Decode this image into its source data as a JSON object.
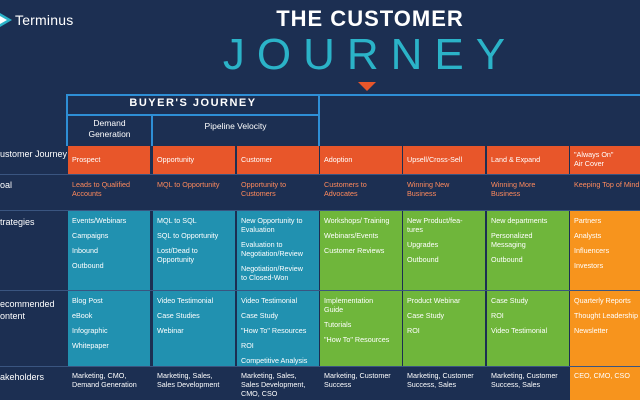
{
  "logo": {
    "text": "Terminus"
  },
  "title": {
    "line1": "THE CUSTOMER",
    "line2": "JOURNEY"
  },
  "headers": {
    "buyers_journey": "BUYER'S JOURNEY",
    "demand_generation": "Demand\nGeneration",
    "pipeline_velocity": "Pipeline Velocity"
  },
  "row_labels": [
    "ustomer Journey",
    "oal",
    "trategies",
    "ecommended\nontent",
    "akeholders"
  ],
  "journey": [
    "Prospect",
    "Opportunity",
    "Customer",
    "Adoption",
    "Upsell/Cross-Sell",
    "Land & Expand",
    "\"Always On\"\nAir Cover"
  ],
  "goal": [
    "Leads to Qualified\nAccounts",
    "MQL to Opportunity",
    "Opportunity to\nCustomers",
    "Customers to\nAdvocates",
    "Winning New\nBusiness",
    "Winning More\nBusiness",
    "Keeping Top of Mind"
  ],
  "strategies": [
    [
      "Events/Webinars",
      "Campaigns",
      "Inbound",
      "Outbound"
    ],
    [
      "MQL to SQL",
      "SQL to Opportunity",
      "Lost/Dead to\nOpportunity"
    ],
    [
      "New Opportunity to\nEvaluation",
      "Evaluation to\nNegotiation/Review",
      "Negotiation/Review\nto Closed-Won"
    ],
    [
      "Workshops/ Training",
      "Webinars/Events",
      "Customer Reviews"
    ],
    [
      "New Product/fea-\ntures",
      "Upgrades",
      "Outbound"
    ],
    [
      "New departments",
      "Personalized\nMessaging",
      "Outbound"
    ],
    [
      "Partners",
      "Analysts",
      "Influencers",
      "Investors"
    ]
  ],
  "content": [
    [
      "Blog Post",
      "eBook",
      "Infographic",
      "Whitepaper"
    ],
    [
      "Video Testimonial",
      "Case Studies",
      "Webinar"
    ],
    [
      "Video Testimonial",
      "Case Study",
      "\"How To\" Resources",
      "ROI",
      "Competitive Analysis"
    ],
    [
      "Implementation\nGuide",
      "Tutorials",
      "\"How To\" Resources"
    ],
    [
      "Product Webinar",
      "Case Study",
      "ROI"
    ],
    [
      "Case Study",
      "ROI",
      "Video Testimonial"
    ],
    [
      "Quarterly Reports",
      "Thought Leadership",
      "Newsletter"
    ]
  ],
  "stakeholders": [
    "Marketing, CMO,\nDemand Generation",
    "Marketing, Sales,\nSales Development",
    "Marketing, Sales,\nSales Development,\nCMO, CSO",
    "Marketing, Customer\nSuccess",
    "Marketing, Customer\nSuccess, Sales",
    "Marketing, Customer\nSuccess, Sales",
    "CEO, CMO, CSO"
  ],
  "colors": {
    "background": "#1c2f52",
    "accent_teal": "#2bb3c8",
    "orange": "#e8562a",
    "blue": "#2191b0",
    "green": "#6fb63b",
    "amber": "#f7941d"
  }
}
